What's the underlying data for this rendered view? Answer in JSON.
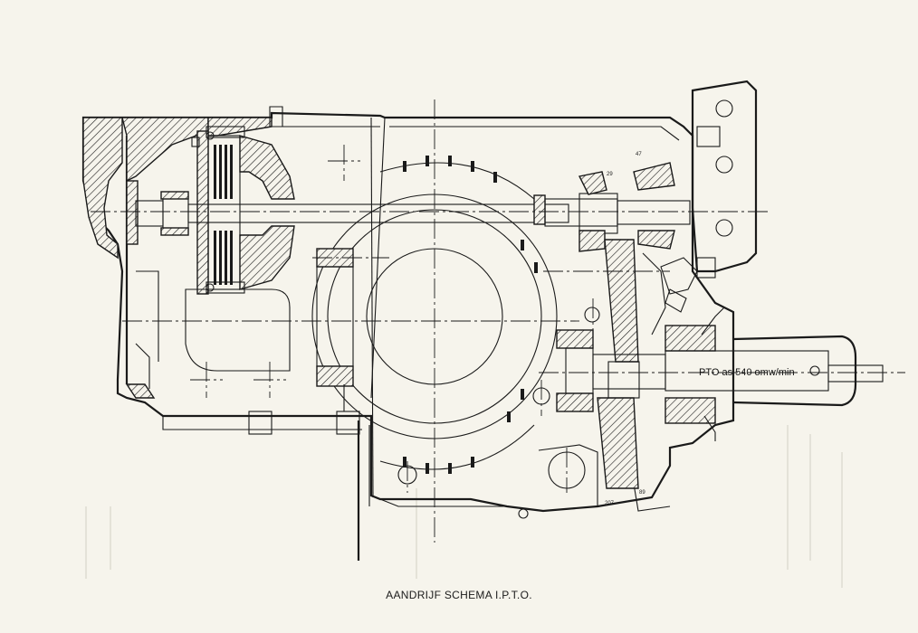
{
  "caption": "AANDRIJF SCHEMA I.P.T.O.",
  "pto_label": "PTO as 540 omw/min",
  "part_numbers": {
    "n47": "47",
    "n29": "29",
    "n89": "89",
    "n207": "207"
  }
}
